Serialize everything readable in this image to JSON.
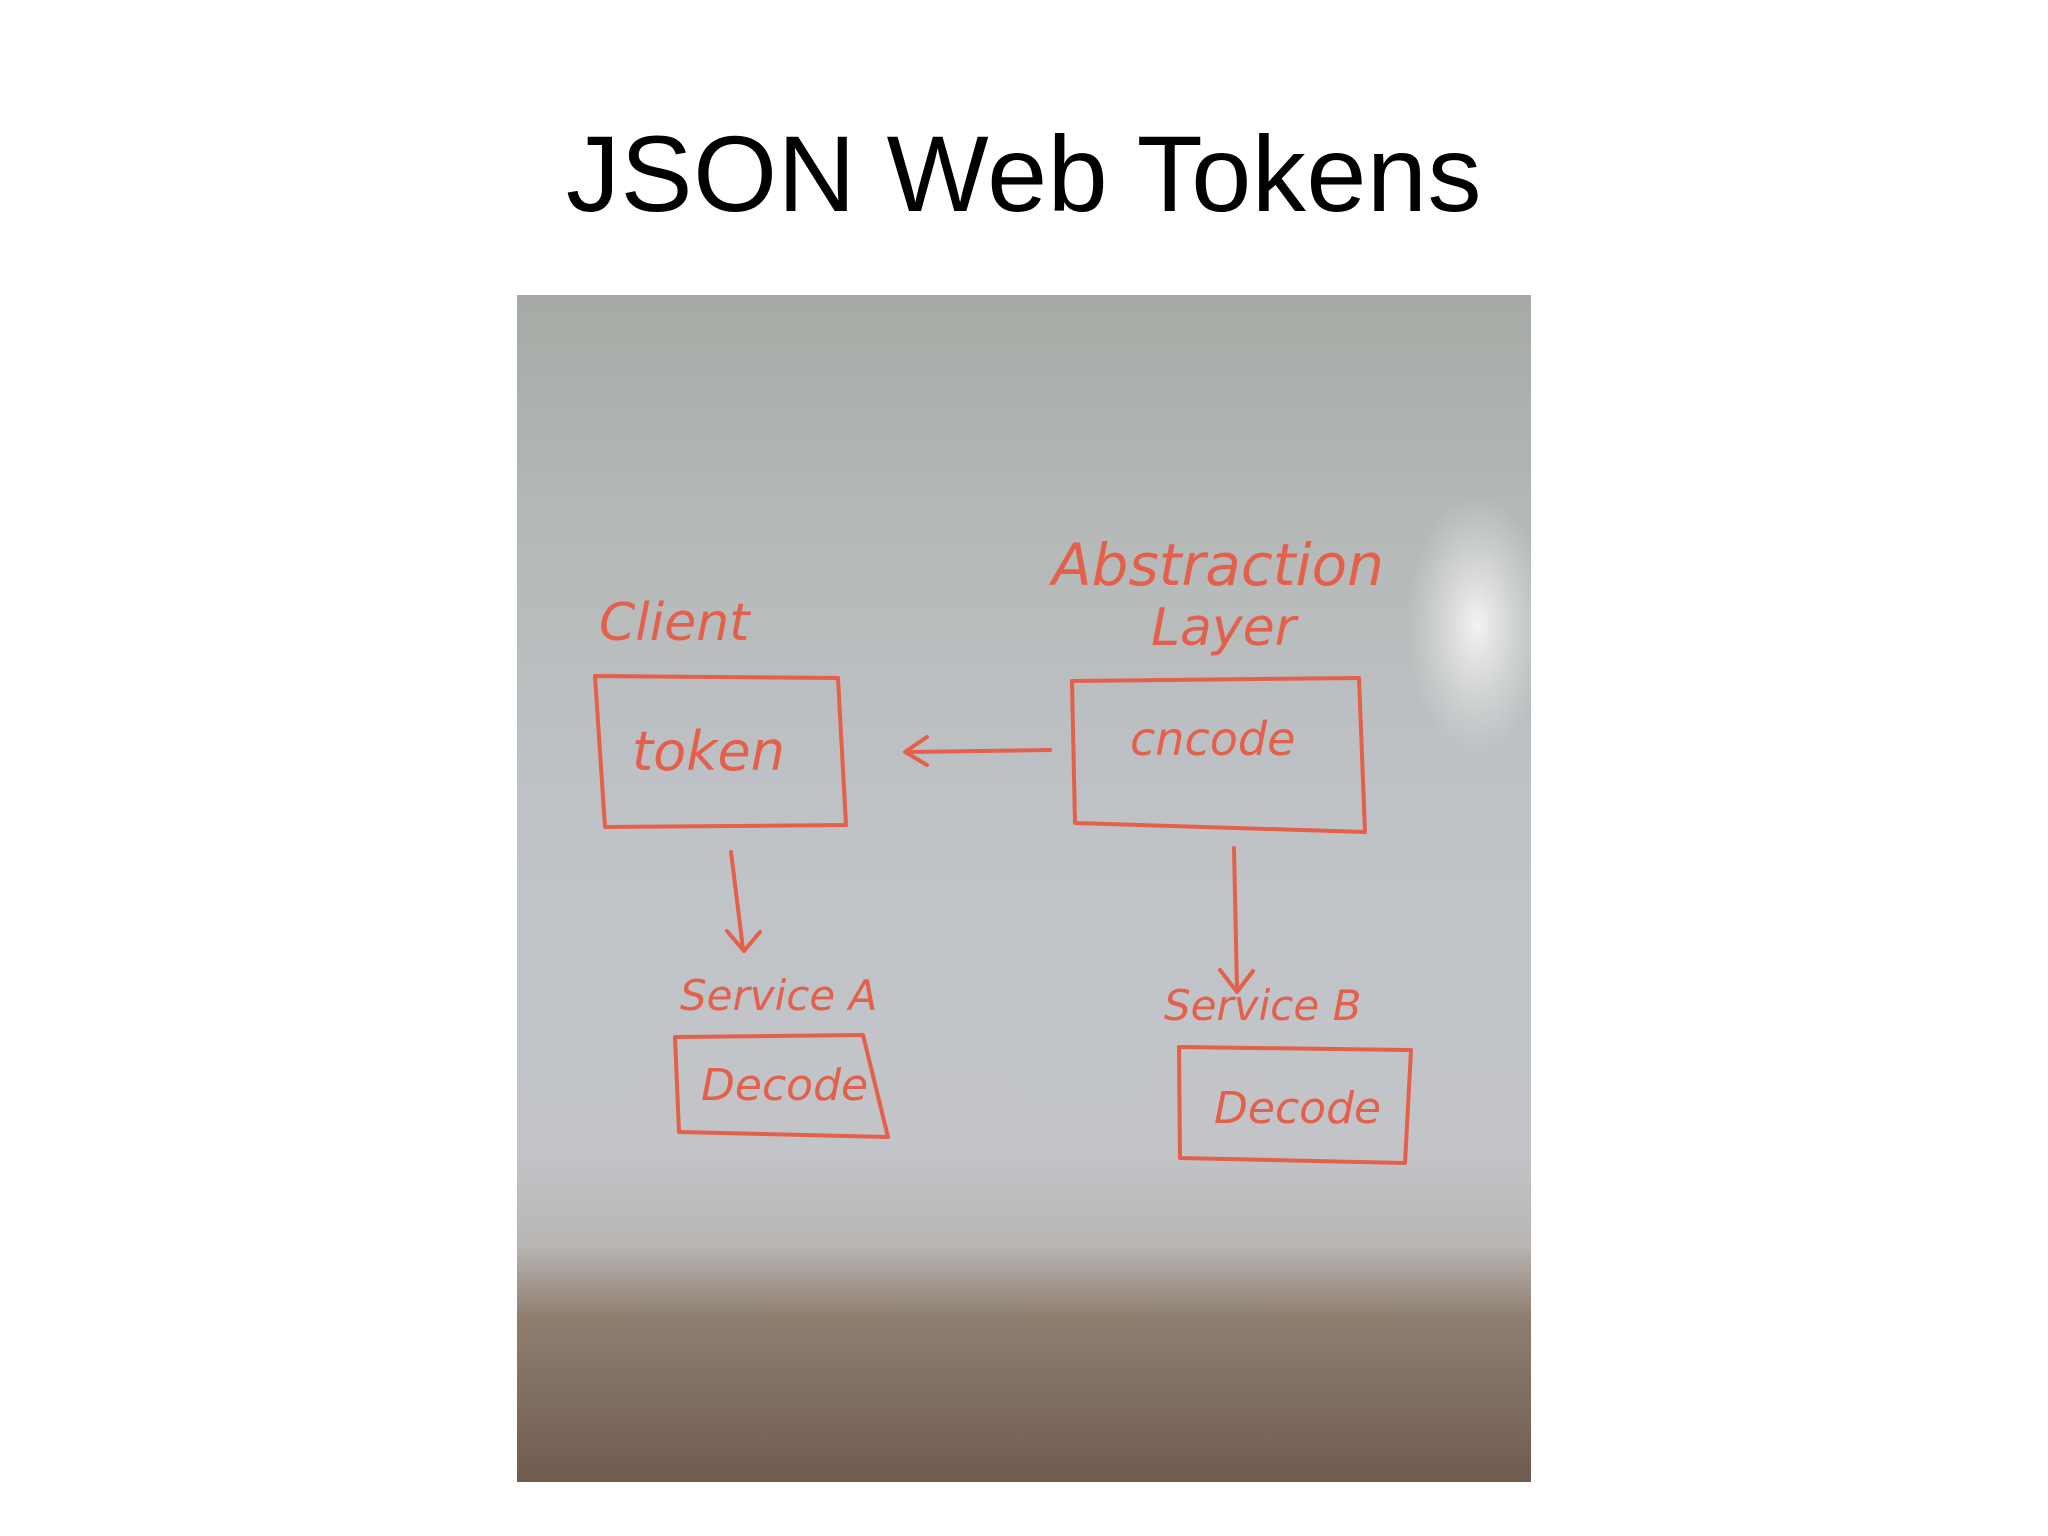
{
  "slide": {
    "title": "JSON Web Tokens"
  },
  "diagram": {
    "ink_color": "#e4604a",
    "labels": {
      "client": "Client",
      "abstraction_line1": "Abstraction",
      "abstraction_line2": "Layer",
      "service_a": "Service A",
      "service_b": "Service B"
    },
    "boxes": {
      "token": "token",
      "encode": "cncode",
      "decode_a": "Decode",
      "decode_b": "Decode"
    },
    "arrows": [
      {
        "from": "encode",
        "to": "token"
      },
      {
        "from": "token",
        "to": "service_a"
      },
      {
        "from": "encode",
        "to": "service_b"
      }
    ]
  }
}
